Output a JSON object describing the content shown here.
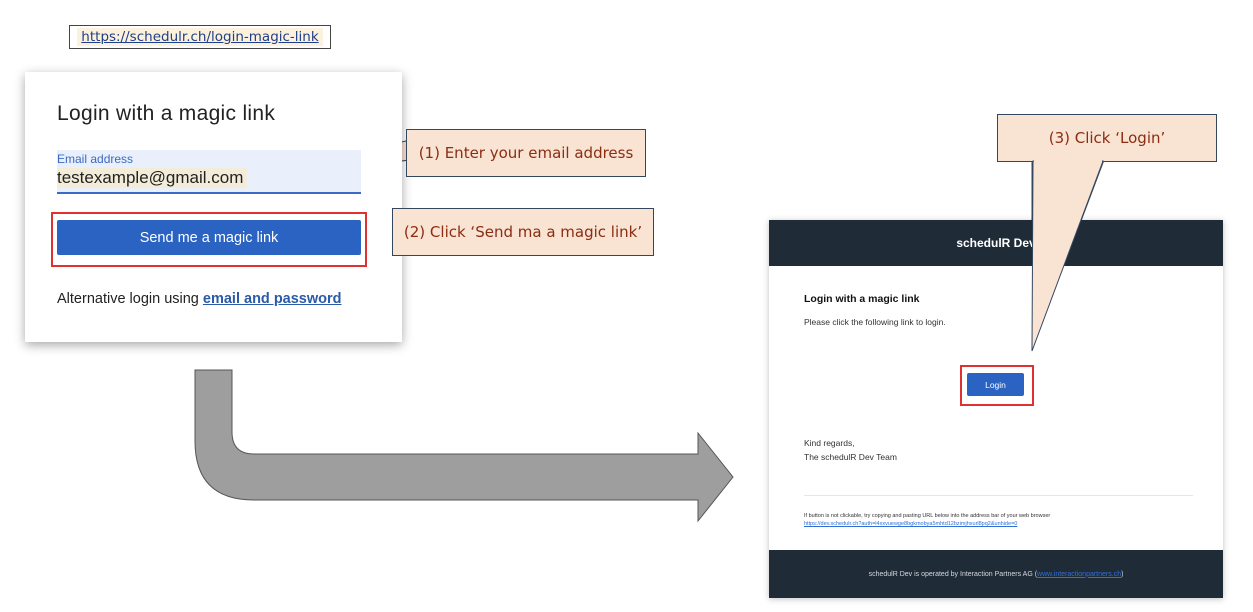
{
  "url": "https://schedulr.ch/login-magic-link",
  "login_form": {
    "title": "Login with a magic link",
    "email_label": "Email address",
    "email_value": "testexample@gmail.com",
    "submit_label": "Send me a magic link",
    "alt_prefix": "Alternative login using ",
    "alt_link": "email and password"
  },
  "callouts": {
    "step1": "(1) Enter your email address",
    "step2": "(2) Click ‘Send ma a magic link’",
    "step3": "(3) Click ‘Login’"
  },
  "email": {
    "header": "schedulR Dev",
    "title": "Login with a magic link",
    "body": "Please click the following link to login.",
    "login_label": "Login",
    "regards_line1": "Kind regards,",
    "regards_line2": "The schedulR Dev Team",
    "fallback_text": "If button is not clickable, try copying and pasting URL below into the address bar of your web browser",
    "fallback_link": "https://dev.schedulr.ch?auth=l4xxvuewge8bgkmobya5mhtd12bzimjhxurl8pq2&unhide=0",
    "footer_prefix": "schedulR Dev is operated by Interaction Partners AG (",
    "footer_link": "www.interactionpartners.ch",
    "footer_suffix": ")"
  },
  "colors": {
    "primary": "#2b63c2",
    "highlight_frame": "#e03131",
    "callout_fill": "#f9e3d3",
    "callout_text": "#8b2d12",
    "email_header": "#202b38",
    "arrow_fill": "#9e9e9e"
  }
}
